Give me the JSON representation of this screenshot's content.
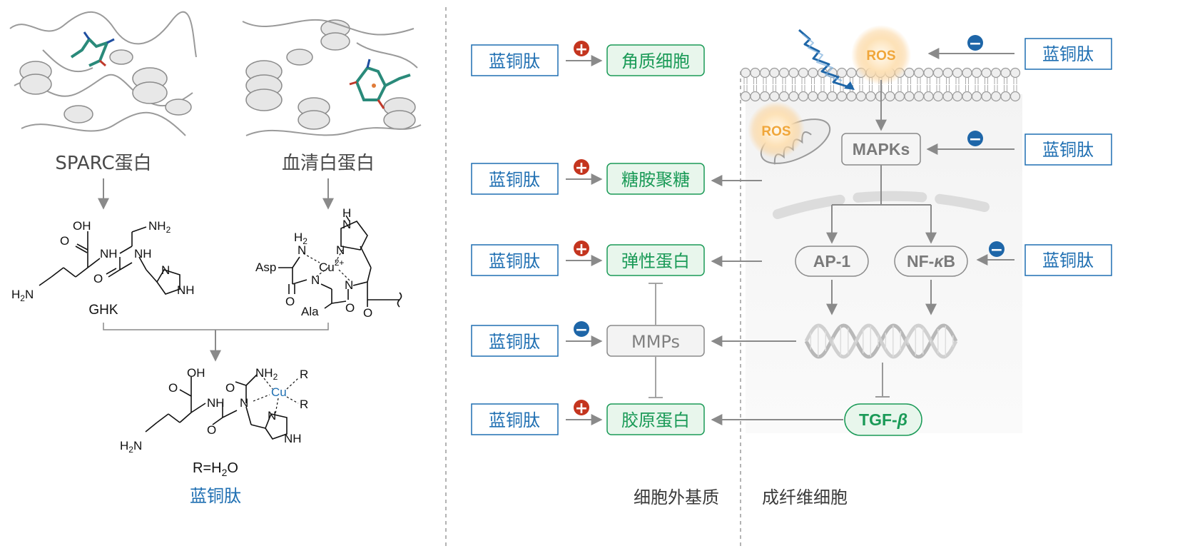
{
  "left": {
    "protein1_label": "SPARC蛋白",
    "protein2_label": "血清白蛋白",
    "ghk_label": "GHK",
    "ghk_atoms": {
      "oh": "OH",
      "o": "O",
      "nh1": "NH",
      "nh2": "NH",
      "nh2_top": "NH",
      "nh2_sub": "2",
      "h2n": "H",
      "h2n_sub": "2",
      "h2n_n": "N",
      "n_ring": "N",
      "nh_ring": "NH"
    },
    "albumin_atoms": {
      "h2": "H",
      "h2_sub": "2",
      "n_top": "N",
      "cu": "Cu",
      "cu_sup": "2+",
      "asp": "Asp",
      "ala": "Ala",
      "n1": "N",
      "n2": "N",
      "o1": "O",
      "o2": "O",
      "o3": "O",
      "h_ring": "H",
      "n_ring1": "N",
      "n_ring2": "N"
    },
    "complex_atoms": {
      "oh": "OH",
      "o1": "O",
      "nh": "NH",
      "o2": "O",
      "nh2": "NH",
      "nh2_sub": "2",
      "cu": "Cu",
      "r1": "R",
      "r2": "R",
      "n1": "N",
      "o3": "O",
      "h2n": "H",
      "h2n_sub": "2",
      "h2n_n": "N",
      "n_ring": "N",
      "nh_ring": "NH"
    },
    "formula_main": "R=H",
    "formula_sub": "2",
    "formula_end": "O",
    "product_label": "蓝铜肽"
  },
  "right": {
    "peptide_label": "蓝铜肽",
    "plus_sign": "+",
    "minus_sign": "−",
    "targets": {
      "keratinocyte": "角质细胞",
      "gag": "糖胺聚糖",
      "elastin": "弹性蛋白",
      "mmps": "MMPs",
      "collagen": "胶原蛋白"
    },
    "cell": {
      "ros": "ROS",
      "mapks": "MAPKs",
      "ap1": "AP-1",
      "nfkb_prefix": "NF-",
      "nfkb_kappa": "κ",
      "nfkb_suffix": "B",
      "tgf_prefix": "TGF-",
      "tgf_beta": "β"
    },
    "region_labels": {
      "ecm": "细胞外基质",
      "fibroblast": "成纤维细胞"
    }
  },
  "colors": {
    "blue": "#1f6fb2",
    "green": "#1a9a57",
    "green_fill": "#e8f6ec",
    "grey_text": "#7a7a7a",
    "plus_red": "#c4351f",
    "minus_blue": "#1e66a8",
    "ros_orange": "#f0a63a"
  }
}
